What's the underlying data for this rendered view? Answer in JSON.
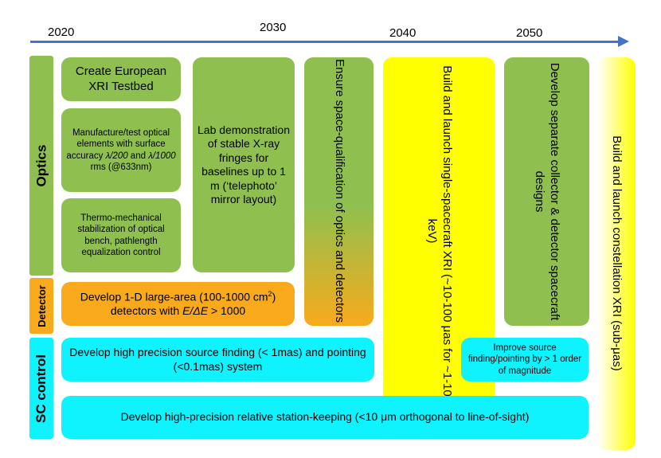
{
  "timeline": {
    "years": [
      "2020",
      "2030",
      "2040",
      "2050"
    ]
  },
  "categories": {
    "optics": "Optics",
    "detector": "Detector",
    "sc_control": "SC control"
  },
  "tasks": {
    "create_testbed": "Create European XRI Testbed",
    "manufacture_pre": "Manufacture/test optical elements with surface accuracy ",
    "manufacture_f1": "λ/200",
    "manufacture_and": " and ",
    "manufacture_f2": "λ/1000",
    "manufacture_post": " rms (@633nm)",
    "thermo": "Thermo-mechanical stabilization of optical bench, pathlength equalization control",
    "lab_demo": "Lab demonstration of stable X-ray fringes for baselines up to 1 m (‘telephoto’ mirror layout)",
    "space_qual": "Ensure space-qualification of optics and detectors",
    "single_sc": "Build and launch single-spacecraft XRI (~10-100 μas for ~1-10 keV)",
    "separate_sc": "Develop separate collector & detector spacecraft designs",
    "constellation": "Build and launch constellation XRI (sub-μas)",
    "detector_pre": "Develop 1-D large-area (100-1000 cm",
    "detector_sup": "2",
    "detector_mid": ") detectors with ",
    "detector_formula": "E/ΔE",
    "detector_post": " > 1000",
    "source_finding": "Develop high precision source finding (< 1mas) and pointing (<0.1mas) system",
    "improve_source": "Improve source finding/pointing by > 1 order of magnitude",
    "station_keeping": "Develop high-precision relative station-keeping (<10 μm orthogonal to line-of-sight)"
  },
  "colors": {
    "arrow": "#4472c4",
    "green": "#8fc04f",
    "cyan": "#0ff3ff",
    "orange": "#f9aa1c",
    "yellow": "#ffff00"
  }
}
